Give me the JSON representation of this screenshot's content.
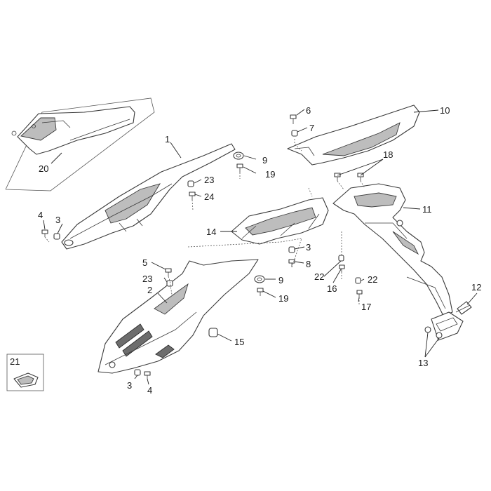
{
  "labels": {
    "l1": "1",
    "l2": "2",
    "l3a": "3",
    "l3b": "3",
    "l3c": "3",
    "l4a": "4",
    "l4b": "4",
    "l5": "5",
    "l6": "6",
    "l7": "7",
    "l8": "8",
    "l9a": "9",
    "l9b": "9",
    "l10": "10",
    "l11": "11",
    "l12": "12",
    "l13": "13",
    "l14": "14",
    "l15": "15",
    "l16": "16",
    "l17": "17",
    "l18": "18",
    "l19a": "19",
    "l19b": "19",
    "l20": "20",
    "l21": "21",
    "l22a": "22",
    "l22b": "22",
    "l23a": "23",
    "l23b": "23",
    "l24": "24"
  }
}
